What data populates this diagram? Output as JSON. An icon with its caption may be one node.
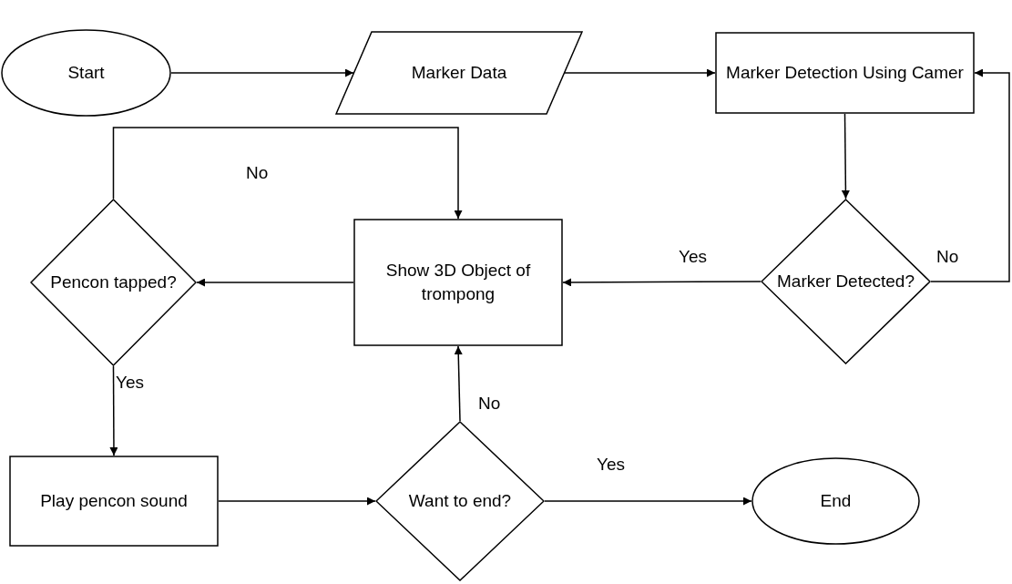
{
  "diagram": {
    "nodes": [
      {
        "text": [
          "Start"
        ]
      },
      {
        "text": [
          "Marker Data"
        ]
      },
      {
        "text": [
          "Marker Detection Using Camer"
        ]
      },
      {
        "text": [
          "Marker Detected?"
        ]
      },
      {
        "text": [
          "Show 3D Object of trompong"
        ]
      },
      {
        "text": [
          "Pencon tapped?"
        ]
      },
      {
        "text": [
          "Play pencon sound"
        ]
      },
      {
        "text": [
          "Want to end?"
        ]
      },
      {
        "text": [
          "End"
        ]
      }
    ],
    "edges": [
      {
        "from": 0,
        "to": 1,
        "arrow": "to"
      },
      {
        "from": 1,
        "to": 2,
        "arrow": "to"
      },
      {
        "from": 2,
        "to": 3,
        "arrow": "to"
      },
      {
        "from": 3,
        "to": 4,
        "arrow": "to",
        "label": "Yes"
      },
      {
        "from": 3,
        "to": 2,
        "arrow": "to",
        "label": "No"
      },
      {
        "from": 4,
        "to": 5,
        "arrow": "to"
      },
      {
        "from": 5,
        "to": 4,
        "arrow": "to",
        "label": "No"
      },
      {
        "from": 5,
        "to": 6,
        "arrow": "to",
        "label": "Yes"
      },
      {
        "from": 6,
        "to": 7,
        "arrow": "to"
      },
      {
        "from": 7,
        "to": 8,
        "arrow": "to",
        "label": "Yes"
      },
      {
        "from": 7,
        "to": 4,
        "arrow": "to",
        "label": "No"
      }
    ]
  }
}
